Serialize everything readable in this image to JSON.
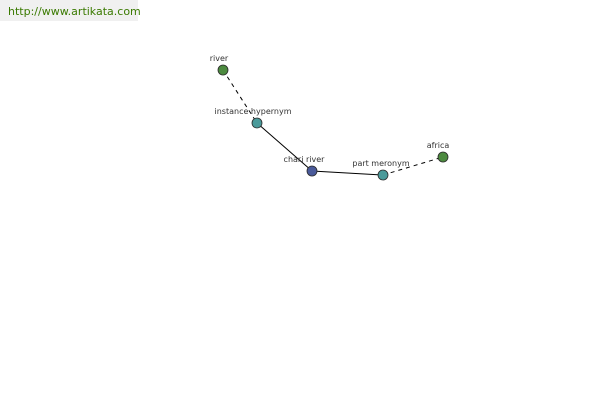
{
  "header": {
    "url": "http://www.artikata.com"
  },
  "colors": {
    "leaf": "#4c8a3f",
    "relation": "#4a9a9a",
    "center": "#4a5a9a",
    "edge": "#000000",
    "url_text": "#3a7a00"
  },
  "graph": {
    "nodes": [
      {
        "id": "river",
        "label": "river",
        "kind": "leaf"
      },
      {
        "id": "instance-hypernym",
        "label": "instance hypernym",
        "kind": "relation"
      },
      {
        "id": "chari-river",
        "label": "chari river",
        "kind": "center"
      },
      {
        "id": "part-meronym",
        "label": "part meronym",
        "kind": "relation"
      },
      {
        "id": "africa",
        "label": "africa",
        "kind": "leaf"
      }
    ],
    "edges": [
      {
        "from": "river",
        "to": "instance-hypernym",
        "style": "dashed"
      },
      {
        "from": "instance-hypernym",
        "to": "chari-river",
        "style": "solid"
      },
      {
        "from": "chari-river",
        "to": "part-meronym",
        "style": "solid"
      },
      {
        "from": "part-meronym",
        "to": "africa",
        "style": "dashed"
      }
    ]
  }
}
